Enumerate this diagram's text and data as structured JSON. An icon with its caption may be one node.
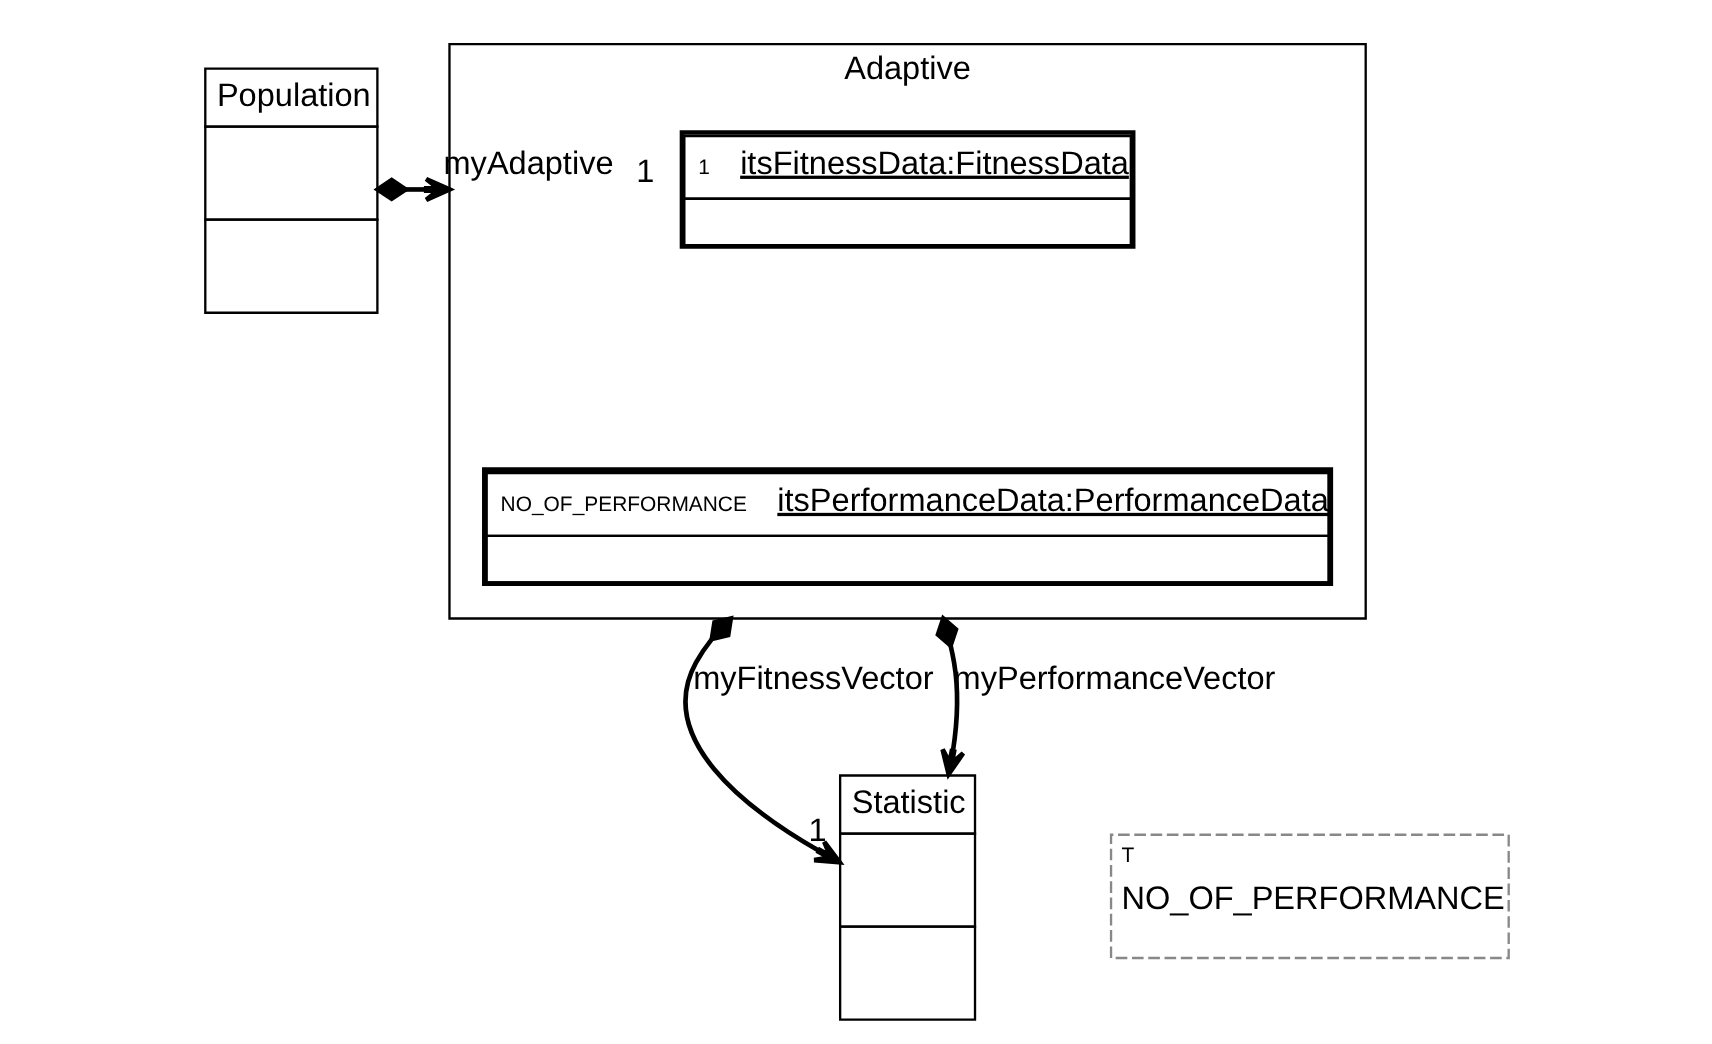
{
  "diagram": {
    "nodes": [
      {
        "text": [
          "Population"
        ]
      },
      {
        "text": [
          "Adaptive"
        ]
      },
      {
        "text": [
          "1",
          "itsFitnessData:FitnessData"
        ],
        "in": 1
      },
      {
        "text": [
          "NO_OF_PERFORMANCE",
          "itsPerformanceData:PerformanceData"
        ],
        "in": 1
      },
      {
        "text": [
          "Statistic"
        ]
      },
      {
        "text": [
          "T",
          "NO_OF_PERFORMANCE"
        ]
      }
    ],
    "edges": [
      {
        "from": 0,
        "to": 1,
        "arrow": "to",
        "label": "myAdaptive"
      },
      {
        "from": 1,
        "to": 4,
        "arrow": "to",
        "label": "myFitnessVector"
      },
      {
        "from": 1,
        "to": 4,
        "arrow": "to",
        "label": "myPerformanceVector"
      }
    ],
    "labels": [
      "1",
      "1"
    ]
  }
}
